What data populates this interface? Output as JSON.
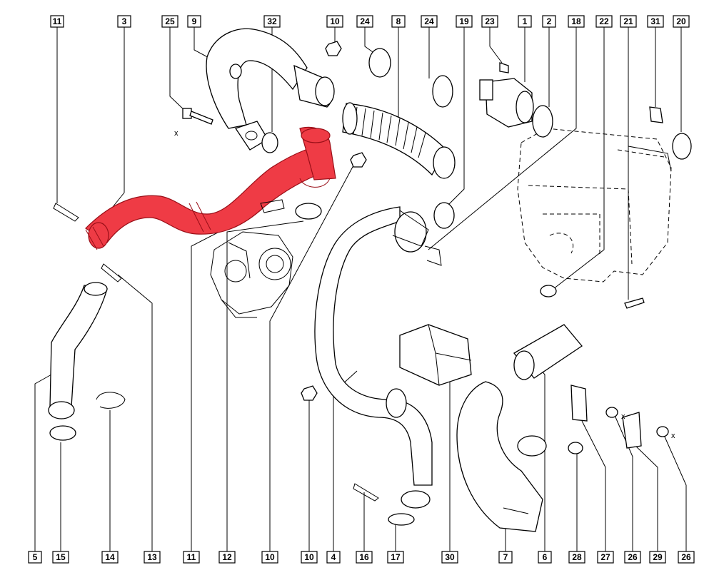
{
  "highlight_color": "#ef3b45",
  "callouts_top": [
    "11",
    "3",
    "25",
    "9",
    "32",
    "10",
    "24",
    "8",
    "24",
    "19",
    "23",
    "1",
    "2",
    "18",
    "22",
    "21",
    "31",
    "20"
  ],
  "callouts_bottom": [
    "5",
    "15",
    "14",
    "13",
    "11",
    "12",
    "10",
    "10",
    "4",
    "16",
    "17",
    "30",
    "7",
    "6",
    "28",
    "27",
    "26",
    "29",
    "26"
  ],
  "marks": [
    "x",
    "x",
    "x"
  ]
}
